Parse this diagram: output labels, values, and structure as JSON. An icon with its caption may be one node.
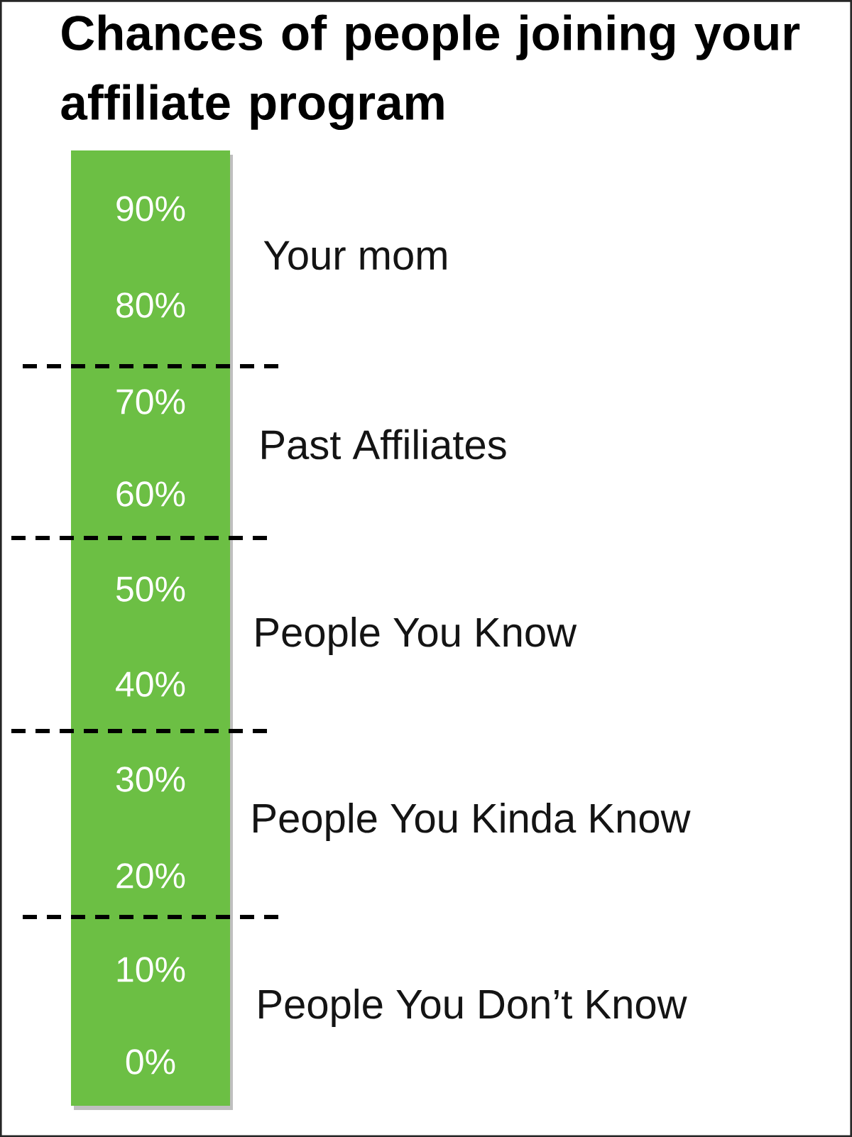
{
  "diagram": {
    "title": "Chances of people joining your affiliate program",
    "nodes": [
      {
        "text": [
          "90%",
          "80%",
          "70%",
          "60%",
          "50%",
          "40%",
          "30%",
          "20%",
          "10%",
          "0%"
        ]
      }
    ],
    "labels": [
      "Your mom",
      "Past Affiliates",
      "People You Know",
      "People You Kinda Know",
      "People You Don’t Know"
    ]
  }
}
